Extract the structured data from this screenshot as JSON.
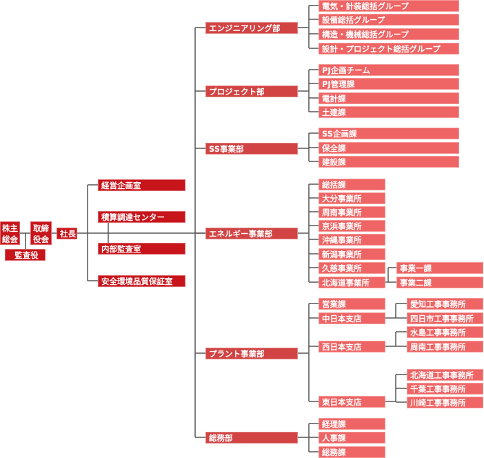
{
  "top": {
    "shareholders": "株主総会",
    "board": "取締役会",
    "auditor": "監査役",
    "president": "社長"
  },
  "staff": [
    "経営企画室",
    "積算調達センター",
    "内部監査室",
    "安全環境品質保証室"
  ],
  "departments": [
    {
      "name": "エンジニアリング部",
      "units": [
        {
          "name": "電気・計装総括グループ"
        },
        {
          "name": "設備総括グループ"
        },
        {
          "name": "構造・機械総括グループ"
        },
        {
          "name": "設計・プロジェクト総括グループ"
        }
      ]
    },
    {
      "name": "プロジェクト部",
      "units": [
        {
          "name": "PJ企画チーム"
        },
        {
          "name": "PJ管理課"
        },
        {
          "name": "電計課"
        },
        {
          "name": "土建課"
        }
      ]
    },
    {
      "name": "SS事業部",
      "units": [
        {
          "name": "SS企画課"
        },
        {
          "name": "保全課"
        },
        {
          "name": "建設課"
        }
      ]
    },
    {
      "name": "エネルギー事業部",
      "units": [
        {
          "name": "総括課"
        },
        {
          "name": "大分事業所"
        },
        {
          "name": "周南事業所"
        },
        {
          "name": "京浜事業所"
        },
        {
          "name": "沖縄事業所"
        },
        {
          "name": "新潟事業所"
        },
        {
          "name": "久慈事業所"
        },
        {
          "name": "北海道事業所",
          "offices": [
            "事業一課",
            "事業二課"
          ]
        }
      ]
    },
    {
      "name": "プラント事業部",
      "units": [
        {
          "name": "営業課"
        },
        {
          "name": "中日本支店",
          "offices": [
            "愛知工事事務所",
            "四日市工事事務所"
          ]
        },
        {
          "name": "西日本支店",
          "offices": [
            "水島工事事務所",
            "周南工事事務所"
          ]
        },
        {
          "name": "東日本支店",
          "offices": [
            "北海道工事事務所",
            "千葉工事事務所",
            "川崎工事事務所"
          ]
        }
      ]
    },
    {
      "name": "総務部",
      "units": [
        {
          "name": "経理課"
        },
        {
          "name": "人事課"
        },
        {
          "name": "総務課"
        }
      ]
    }
  ],
  "colors": {
    "top": "#c8141b",
    "department": "#d24444",
    "unit": "#ef6464",
    "line": "#555555"
  }
}
